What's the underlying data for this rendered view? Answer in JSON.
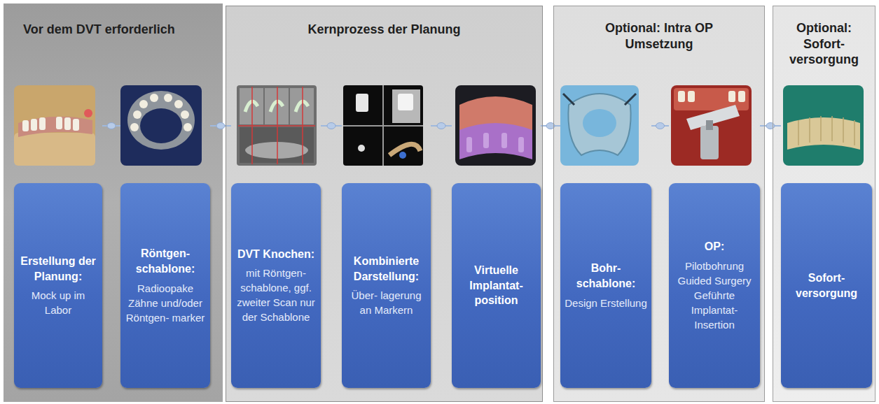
{
  "diagram": {
    "nodes": [
      {
        "text": [
          "Vor dem DVT erforderlich"
        ]
      },
      {
        "text": [
          "Erstellung der Planung:",
          "Mock up im Labor"
        ],
        "in": 0
      },
      {
        "text": [
          "Röntgen- schablone:",
          "Radioopake Zähne und/oder Röntgen- marker"
        ],
        "in": 0
      },
      {
        "text": [
          "Kernprozess der Planung"
        ]
      },
      {
        "text": [
          "DVT Knochen:",
          "mit Röntgen- schablone, ggf. zweiter Scan nur der Schablone"
        ],
        "in": 3
      },
      {
        "text": [
          "Kombinierte Darstellung:",
          "Über- lagerung an Markern"
        ],
        "in": 3
      },
      {
        "text": [
          "Virtuelle Implantat- position"
        ],
        "in": 3
      },
      {
        "text": [
          "Optional: Intra OP Umsetzung"
        ]
      },
      {
        "text": [
          "Bohr- schablone:",
          "Design Erstellung"
        ],
        "in": 7
      },
      {
        "text": [
          "OP:",
          "Pilotbohrung Guided Surgery Geführte Implantat- Insertion"
        ],
        "in": 7
      },
      {
        "text": [
          "Optional: Sofort- versorgung"
        ]
      },
      {
        "text": [
          "Sofort- versorgung"
        ],
        "in": 10
      }
    ],
    "edges": [
      {
        "from": 1,
        "to": 2,
        "arrow": "none"
      },
      {
        "from": 2,
        "to": 4,
        "arrow": "none"
      },
      {
        "from": 4,
        "to": 5,
        "arrow": "none"
      },
      {
        "from": 5,
        "to": 6,
        "arrow": "none"
      },
      {
        "from": 6,
        "to": 8,
        "arrow": "none"
      },
      {
        "from": 8,
        "to": 9,
        "arrow": "none"
      },
      {
        "from": 9,
        "to": 11,
        "arrow": "none"
      }
    ]
  }
}
